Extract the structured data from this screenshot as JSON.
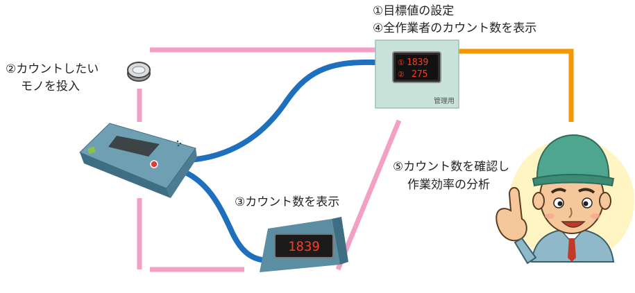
{
  "labels": {
    "step1": "①目標値の設定",
    "step4": "④全作業者のカウント数を表示",
    "step2_line1": "②カウントしたい",
    "step2_line2": "モノを投入",
    "step3": "③カウント数を表示",
    "step5_line1": "⑤カウント数を確認し",
    "step5_line2": "作業効率の分析"
  },
  "management_unit": {
    "caption": "管理用",
    "row1_mark": "①",
    "row1_value": "1839",
    "row2_mark": "②",
    "row2_value": "275"
  },
  "counter_display": {
    "value": "1839"
  },
  "colors": {
    "pink_line": "#f2a0c4",
    "blue_cable": "#1f6fbf",
    "orange_line": "#f39800",
    "counter_body": "#6f9fb3",
    "management_panel": "#c9e3da"
  },
  "icons": {
    "object": "coin-object-icon",
    "worker": "worker-pointing-icon"
  }
}
